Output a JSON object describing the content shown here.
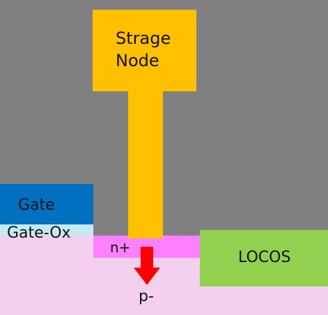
{
  "colors": {
    "background": "#808080",
    "substrate": "#f2d0ee",
    "n_plus": "#ff80ff",
    "storage_node": "#ffc000",
    "gate": "#0070c0",
    "gate_oxide": "#c5e9f3",
    "locos": "#92d050",
    "arrow": "#ff0000"
  },
  "labels": {
    "storage_node_line1": "Strage",
    "storage_node_line2": "Node",
    "gate": "Gate",
    "gate_oxide": "Gate-Ox",
    "n_plus": "n+",
    "locos": "LOCOS",
    "p_minus": "p-"
  },
  "icons": {
    "arrow": "arrow-down-icon"
  }
}
